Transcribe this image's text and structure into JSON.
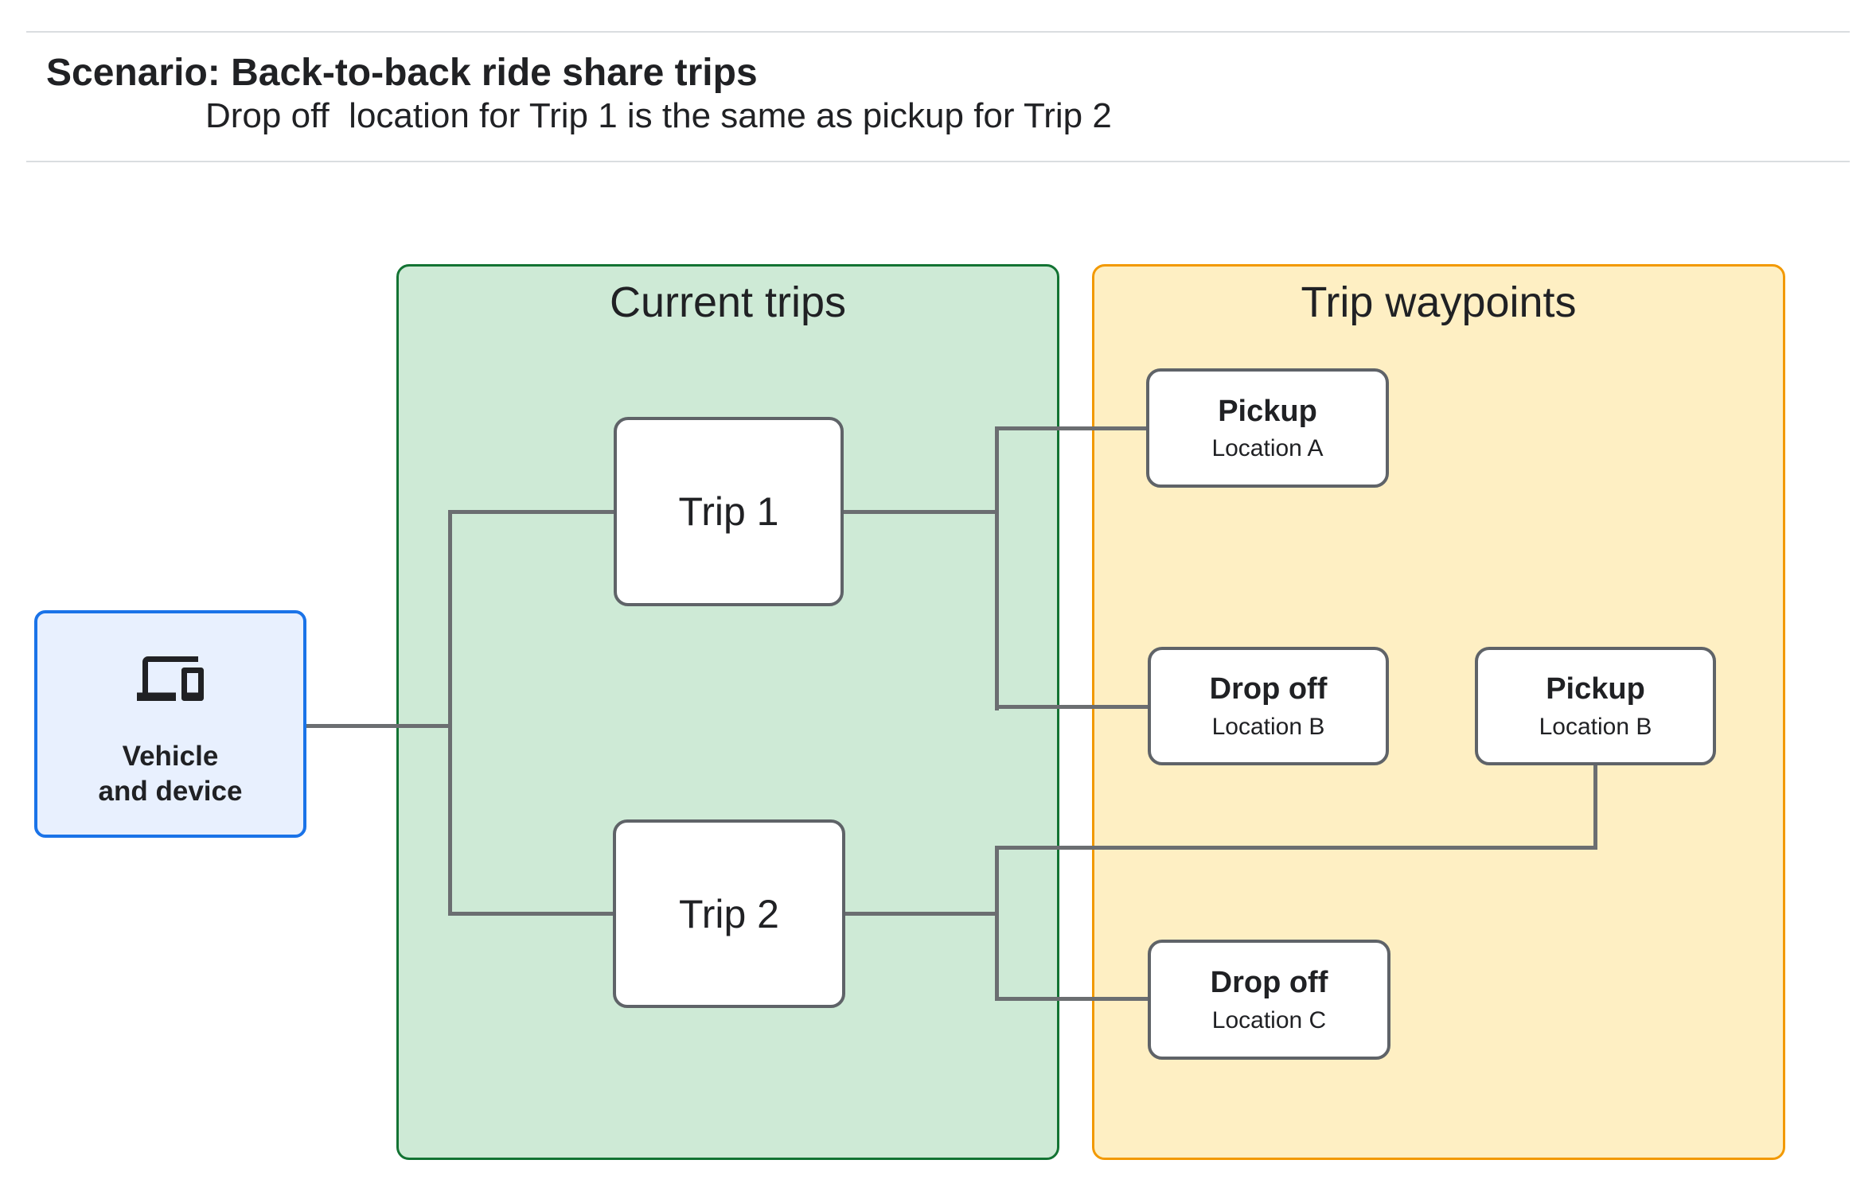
{
  "header": {
    "title": "Scenario: Back-to-back ride share trips",
    "subtitle": "Drop off  location for Trip 1 is the same as pickup for Trip 2"
  },
  "groups": {
    "current_trips": {
      "label": "Current trips"
    },
    "trip_waypoints": {
      "label": "Trip waypoints"
    }
  },
  "nodes": {
    "vehicle": {
      "icon": "devices-icon",
      "label_line1": "Vehicle",
      "label_line2": "and device"
    },
    "trip1": {
      "label": "Trip 1"
    },
    "trip2": {
      "label": "Trip 2"
    },
    "pickup_a": {
      "title": "Pickup",
      "subtitle": "Location A"
    },
    "dropoff_b": {
      "title": "Drop off",
      "subtitle": "Location B"
    },
    "pickup_b": {
      "title": "Pickup",
      "subtitle": "Location B"
    },
    "dropoff_c": {
      "title": "Drop off",
      "subtitle": "Location C"
    }
  },
  "colors": {
    "text": "#202124",
    "divider": "#dadde0",
    "connector": "#6b6e71",
    "node_border": "#5f6368",
    "node_fill": "#ffffff",
    "current_trips_fill": "#ceead6",
    "current_trips_border": "#137333",
    "trip_waypoints_fill": "#feefc3",
    "trip_waypoints_border": "#f29900",
    "vehicle_fill": "#e8f0fe",
    "vehicle_border": "#1a73e8"
  }
}
